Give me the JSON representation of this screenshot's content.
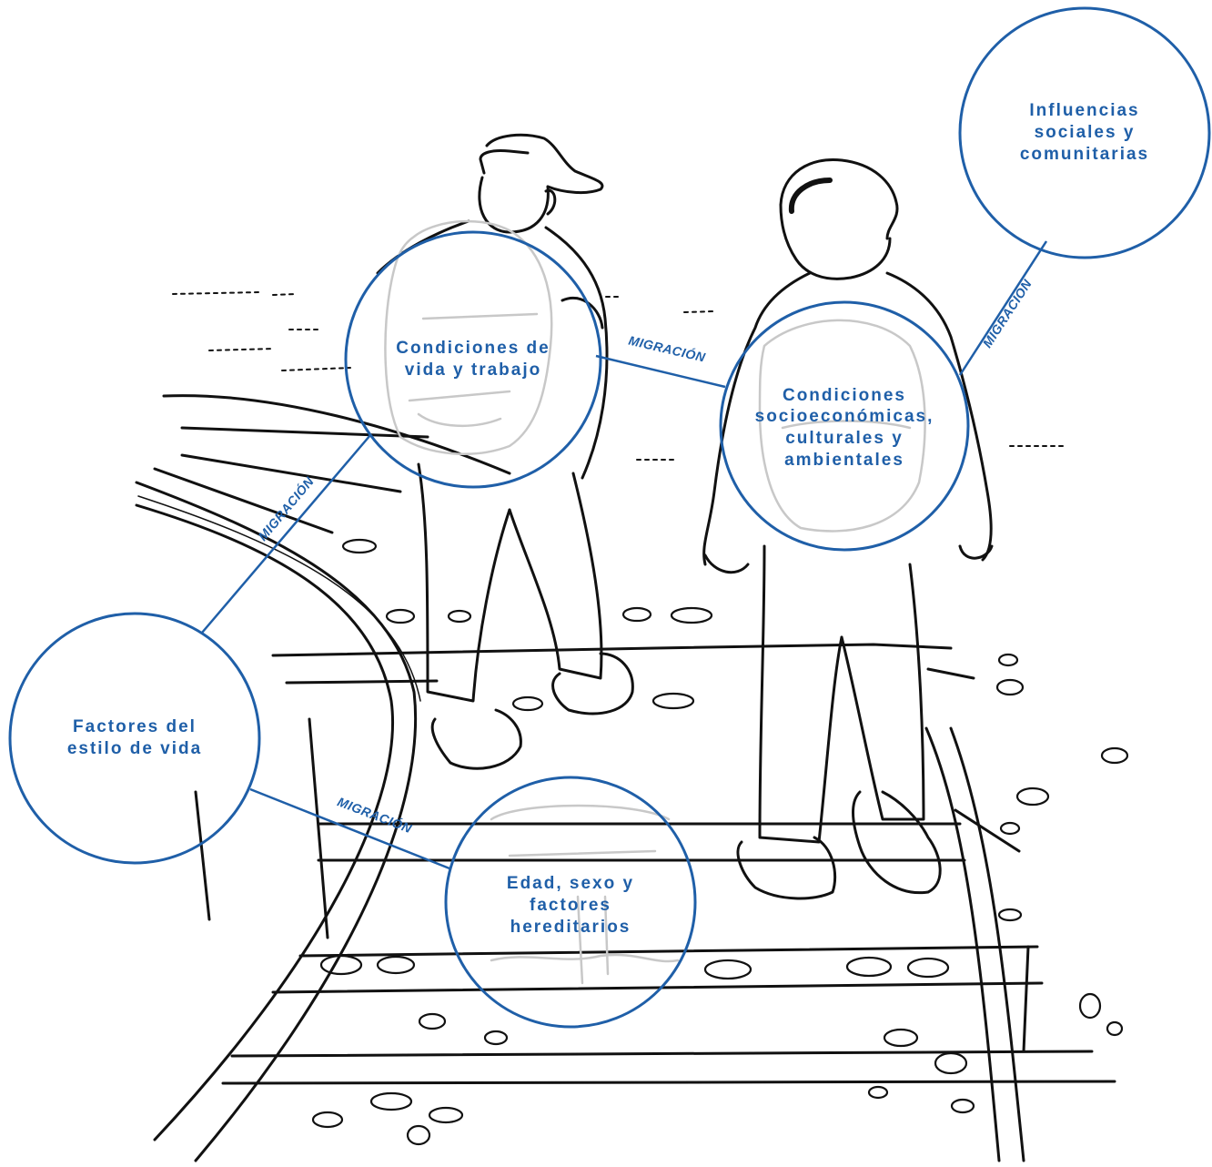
{
  "colors": {
    "accent": "#1f5fa8",
    "ink": "#111111",
    "faded_ink": "#c8c8c8"
  },
  "nodes": {
    "vida_trabajo": {
      "label": "Condiciones de\nvida y trabajo"
    },
    "socioeconomicas": {
      "label": "Condiciones\nsocioeconómicas,\nculturales y\nambientales"
    },
    "influencias": {
      "label": "Influencias\nsociales y\ncomunitarias"
    },
    "estilo_vida": {
      "label": "Factores del\nestilo de vida"
    },
    "edad_sexo": {
      "label": "Edad, sexo y\nfactores\nhereditarios"
    }
  },
  "edges": {
    "vida_socio": "MIGRACIÓN",
    "socio_influencias": "MIGRACIÓN",
    "vida_estilo": "MIGRACIÓN",
    "estilo_edad": "MIGRACIÓN"
  },
  "illustration": {
    "subject": "two-boys-walking-on-railway-tracks"
  }
}
